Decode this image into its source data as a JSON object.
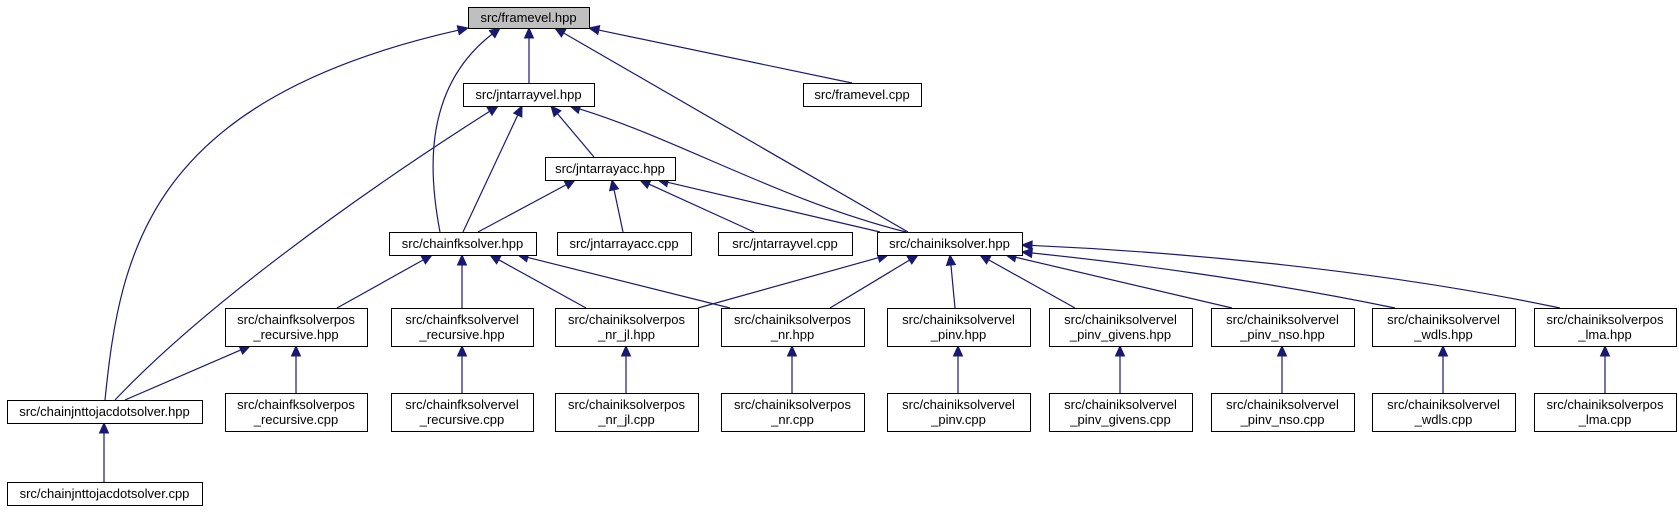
{
  "colors": {
    "edge": "#191970",
    "node_fill": "#ffffff",
    "root_fill": "#bfbfbf",
    "node_stroke": "#000000"
  },
  "nodes": [
    {
      "id": "framevel_hpp",
      "lines": [
        "src/framevel.hpp"
      ],
      "root": true
    },
    {
      "id": "jntarrayvel_hpp",
      "lines": [
        "src/jntarrayvel.hpp"
      ]
    },
    {
      "id": "framevel_cpp",
      "lines": [
        "src/framevel.cpp"
      ]
    },
    {
      "id": "jntarrayacc_hpp",
      "lines": [
        "src/jntarrayacc.hpp"
      ]
    },
    {
      "id": "chainfksolver_hpp",
      "lines": [
        "src/chainfksolver.hpp"
      ]
    },
    {
      "id": "jntarrayacc_cpp",
      "lines": [
        "src/jntarrayacc.cpp"
      ]
    },
    {
      "id": "jntarrayvel_cpp",
      "lines": [
        "src/jntarrayvel.cpp"
      ]
    },
    {
      "id": "chainiksolver_hpp",
      "lines": [
        "src/chainiksolver.hpp"
      ]
    },
    {
      "id": "fkpos_rec_hpp",
      "lines": [
        "src/chainfksolverpos",
        "_recursive.hpp"
      ]
    },
    {
      "id": "fkvel_rec_hpp",
      "lines": [
        "src/chainfksolvervel",
        "_recursive.hpp"
      ]
    },
    {
      "id": "ikpos_nrjl_hpp",
      "lines": [
        "src/chainiksolverpos",
        "_nr_jl.hpp"
      ]
    },
    {
      "id": "ikpos_nr_hpp",
      "lines": [
        "src/chainiksolverpos",
        "_nr.hpp"
      ]
    },
    {
      "id": "ikvel_pinv_hpp",
      "lines": [
        "src/chainiksolvervel",
        "_pinv.hpp"
      ]
    },
    {
      "id": "ikvel_givens_hpp",
      "lines": [
        "src/chainiksolvervel",
        "_pinv_givens.hpp"
      ]
    },
    {
      "id": "ikvel_nso_hpp",
      "lines": [
        "src/chainiksolvervel",
        "_pinv_nso.hpp"
      ]
    },
    {
      "id": "ikvel_wdls_hpp",
      "lines": [
        "src/chainiksolvervel",
        "_wdls.hpp"
      ]
    },
    {
      "id": "ikpos_lma_hpp",
      "lines": [
        "src/chainiksolverpos",
        "_lma.hpp"
      ]
    },
    {
      "id": "jnttojacdot_hpp",
      "lines": [
        "src/chainjnttojacdotsolver.hpp"
      ]
    },
    {
      "id": "fkpos_rec_cpp",
      "lines": [
        "src/chainfksolverpos",
        "_recursive.cpp"
      ]
    },
    {
      "id": "fkvel_rec_cpp",
      "lines": [
        "src/chainfksolvervel",
        "_recursive.cpp"
      ]
    },
    {
      "id": "ikpos_nrjl_cpp",
      "lines": [
        "src/chainiksolverpos",
        "_nr_jl.cpp"
      ]
    },
    {
      "id": "ikpos_nr_cpp",
      "lines": [
        "src/chainiksolverpos",
        "_nr.cpp"
      ]
    },
    {
      "id": "ikvel_pinv_cpp",
      "lines": [
        "src/chainiksolvervel",
        "_pinv.cpp"
      ]
    },
    {
      "id": "ikvel_givens_cpp",
      "lines": [
        "src/chainiksolvervel",
        "_pinv_givens.cpp"
      ]
    },
    {
      "id": "ikvel_nso_cpp",
      "lines": [
        "src/chainiksolvervel",
        "_pinv_nso.cpp"
      ]
    },
    {
      "id": "ikvel_wdls_cpp",
      "lines": [
        "src/chainiksolvervel",
        "_wdls.cpp"
      ]
    },
    {
      "id": "ikpos_lma_cpp",
      "lines": [
        "src/chainiksolverpos",
        "_lma.cpp"
      ]
    },
    {
      "id": "jnttojacdot_cpp",
      "lines": [
        "src/chainjnttojacdotsolver.cpp"
      ]
    }
  ],
  "edges": [
    {
      "from": "jntarrayvel_hpp",
      "to": "framevel_hpp"
    },
    {
      "from": "framevel_cpp",
      "to": "framevel_hpp"
    },
    {
      "from": "chainfksolver_hpp",
      "to": "framevel_hpp"
    },
    {
      "from": "chainiksolver_hpp",
      "to": "framevel_hpp"
    },
    {
      "from": "jnttojacdot_hpp",
      "to": "framevel_hpp"
    },
    {
      "from": "jntarrayacc_hpp",
      "to": "jntarrayvel_hpp"
    },
    {
      "from": "chainfksolver_hpp",
      "to": "jntarrayvel_hpp"
    },
    {
      "from": "chainiksolver_hpp",
      "to": "jntarrayvel_hpp"
    },
    {
      "from": "jnttojacdot_hpp",
      "to": "jntarrayvel_hpp"
    },
    {
      "from": "chainfksolver_hpp",
      "to": "jntarrayacc_hpp"
    },
    {
      "from": "jntarrayacc_cpp",
      "to": "jntarrayacc_hpp"
    },
    {
      "from": "jntarrayvel_cpp",
      "to": "jntarrayacc_hpp"
    },
    {
      "from": "chainiksolver_hpp",
      "to": "jntarrayacc_hpp"
    },
    {
      "from": "fkpos_rec_hpp",
      "to": "chainfksolver_hpp"
    },
    {
      "from": "fkvel_rec_hpp",
      "to": "chainfksolver_hpp"
    },
    {
      "from": "ikpos_nrjl_hpp",
      "to": "chainfksolver_hpp"
    },
    {
      "from": "ikpos_nr_hpp",
      "to": "chainfksolver_hpp"
    },
    {
      "from": "ikpos_nrjl_hpp",
      "to": "chainiksolver_hpp"
    },
    {
      "from": "ikpos_nr_hpp",
      "to": "chainiksolver_hpp"
    },
    {
      "from": "ikvel_pinv_hpp",
      "to": "chainiksolver_hpp"
    },
    {
      "from": "ikvel_givens_hpp",
      "to": "chainiksolver_hpp"
    },
    {
      "from": "ikvel_nso_hpp",
      "to": "chainiksolver_hpp"
    },
    {
      "from": "ikvel_wdls_hpp",
      "to": "chainiksolver_hpp"
    },
    {
      "from": "ikpos_lma_hpp",
      "to": "chainiksolver_hpp"
    },
    {
      "from": "jnttojacdot_hpp",
      "to": "fkpos_rec_hpp"
    },
    {
      "from": "fkpos_rec_cpp",
      "to": "fkpos_rec_hpp"
    },
    {
      "from": "fkvel_rec_cpp",
      "to": "fkvel_rec_hpp"
    },
    {
      "from": "ikpos_nrjl_cpp",
      "to": "ikpos_nrjl_hpp"
    },
    {
      "from": "ikpos_nr_cpp",
      "to": "ikpos_nr_hpp"
    },
    {
      "from": "ikvel_pinv_cpp",
      "to": "ikvel_pinv_hpp"
    },
    {
      "from": "ikvel_givens_cpp",
      "to": "ikvel_givens_hpp"
    },
    {
      "from": "ikvel_nso_cpp",
      "to": "ikvel_nso_hpp"
    },
    {
      "from": "ikvel_wdls_cpp",
      "to": "ikvel_wdls_hpp"
    },
    {
      "from": "ikpos_lma_cpp",
      "to": "ikpos_lma_hpp"
    },
    {
      "from": "jnttojacdot_cpp",
      "to": "jnttojacdot_hpp"
    }
  ]
}
